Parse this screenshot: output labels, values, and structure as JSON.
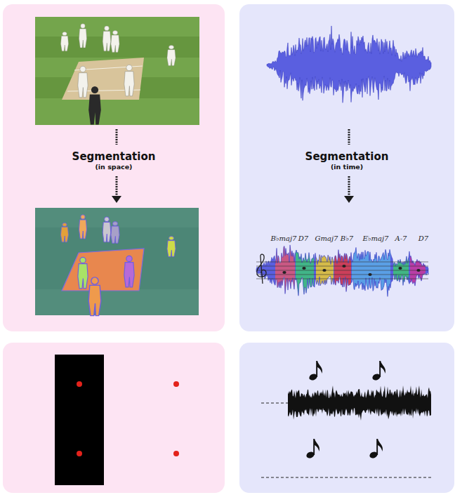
{
  "diagram": {
    "nodes": [
      {
        "text": [
          "Segmentation",
          "(in space)"
        ]
      },
      {
        "text": [
          "Segmentation",
          "(in time)"
        ]
      }
    ],
    "labels": [
      "B♭maj7",
      "D7",
      "Gmaj7",
      "B♭7",
      "E♭maj7",
      "A-7",
      "D7"
    ]
  }
}
